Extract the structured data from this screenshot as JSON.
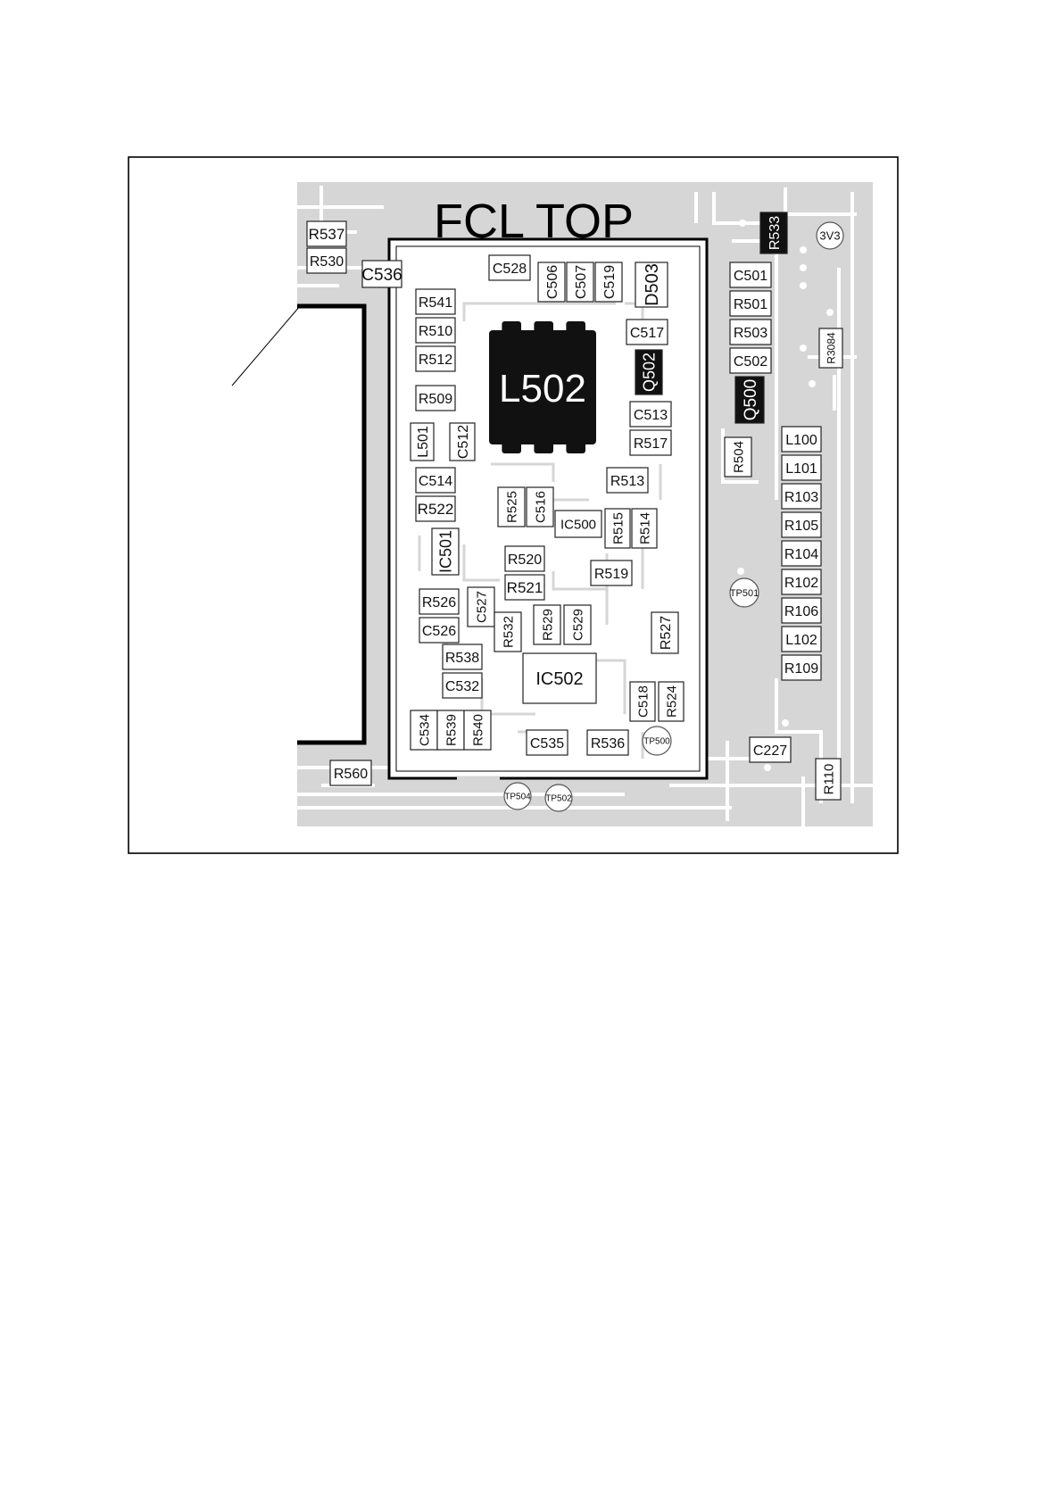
{
  "diagram": {
    "title": "FCL TOP",
    "components": [
      {
        "id": "r537",
        "label": "R537",
        "style": "box"
      },
      {
        "id": "r530",
        "label": "R530",
        "style": "box"
      },
      {
        "id": "c536",
        "label": "C536",
        "style": "box"
      },
      {
        "id": "c528",
        "label": "C528",
        "style": "box"
      },
      {
        "id": "c506",
        "label": "C506",
        "style": "box"
      },
      {
        "id": "c507",
        "label": "C507",
        "style": "box"
      },
      {
        "id": "c519",
        "label": "C519",
        "style": "box"
      },
      {
        "id": "d503",
        "label": "D503",
        "style": "box"
      },
      {
        "id": "r533",
        "label": "R533",
        "style": "filled"
      },
      {
        "id": "tp-3v3",
        "label": "3V3",
        "style": "circle"
      },
      {
        "id": "r541",
        "label": "R541",
        "style": "box"
      },
      {
        "id": "r510",
        "label": "R510",
        "style": "box"
      },
      {
        "id": "r512",
        "label": "R512",
        "style": "box"
      },
      {
        "id": "r509",
        "label": "R509",
        "style": "box"
      },
      {
        "id": "l502",
        "label": "L502",
        "style": "chip"
      },
      {
        "id": "c517",
        "label": "C517",
        "style": "box"
      },
      {
        "id": "q502",
        "label": "Q502",
        "style": "filled"
      },
      {
        "id": "c513",
        "label": "C513",
        "style": "box"
      },
      {
        "id": "r517",
        "label": "R517",
        "style": "box"
      },
      {
        "id": "c501",
        "label": "C501",
        "style": "box"
      },
      {
        "id": "r501",
        "label": "R501",
        "style": "box"
      },
      {
        "id": "r503",
        "label": "R503",
        "style": "box"
      },
      {
        "id": "c502",
        "label": "C502",
        "style": "box"
      },
      {
        "id": "q500",
        "label": "Q500",
        "style": "filled"
      },
      {
        "id": "r3084",
        "label": "R3084",
        "style": "box"
      },
      {
        "id": "l501",
        "label": "L501",
        "style": "box"
      },
      {
        "id": "c512",
        "label": "C512",
        "style": "box"
      },
      {
        "id": "c514",
        "label": "C514",
        "style": "box"
      },
      {
        "id": "r522",
        "label": "R522",
        "style": "box"
      },
      {
        "id": "r513",
        "label": "R513",
        "style": "box"
      },
      {
        "id": "r525",
        "label": "R525",
        "style": "box"
      },
      {
        "id": "c516",
        "label": "C516",
        "style": "box"
      },
      {
        "id": "ic500",
        "label": "IC500",
        "style": "box"
      },
      {
        "id": "r515",
        "label": "R515",
        "style": "box"
      },
      {
        "id": "r514",
        "label": "R514",
        "style": "box"
      },
      {
        "id": "r504",
        "label": "R504",
        "style": "box"
      },
      {
        "id": "l100",
        "label": "L100",
        "style": "box"
      },
      {
        "id": "l101",
        "label": "L101",
        "style": "box"
      },
      {
        "id": "r103",
        "label": "R103",
        "style": "box"
      },
      {
        "id": "r105",
        "label": "R105",
        "style": "box"
      },
      {
        "id": "r104",
        "label": "R104",
        "style": "box"
      },
      {
        "id": "r102",
        "label": "R102",
        "style": "box"
      },
      {
        "id": "r106",
        "label": "R106",
        "style": "box"
      },
      {
        "id": "l102",
        "label": "L102",
        "style": "box"
      },
      {
        "id": "r109",
        "label": "R109",
        "style": "box"
      },
      {
        "id": "ic501",
        "label": "IC501",
        "style": "box"
      },
      {
        "id": "r520",
        "label": "R520",
        "style": "box"
      },
      {
        "id": "r521",
        "label": "R521",
        "style": "box"
      },
      {
        "id": "r519",
        "label": "R519",
        "style": "box"
      },
      {
        "id": "tp501",
        "label": "TP501",
        "style": "circle"
      },
      {
        "id": "r526",
        "label": "R526",
        "style": "box"
      },
      {
        "id": "c527",
        "label": "C527",
        "style": "box"
      },
      {
        "id": "c526",
        "label": "C526",
        "style": "box"
      },
      {
        "id": "r532",
        "label": "R532",
        "style": "box"
      },
      {
        "id": "r529",
        "label": "R529",
        "style": "box"
      },
      {
        "id": "c529",
        "label": "C529",
        "style": "box"
      },
      {
        "id": "r527",
        "label": "R527",
        "style": "box"
      },
      {
        "id": "r538",
        "label": "R538",
        "style": "box"
      },
      {
        "id": "c532",
        "label": "C532",
        "style": "box"
      },
      {
        "id": "ic502",
        "label": "IC502",
        "style": "box"
      },
      {
        "id": "c518",
        "label": "C518",
        "style": "box"
      },
      {
        "id": "r524",
        "label": "R524",
        "style": "box"
      },
      {
        "id": "c534",
        "label": "C534",
        "style": "box"
      },
      {
        "id": "r539",
        "label": "R539",
        "style": "box"
      },
      {
        "id": "r540",
        "label": "R540",
        "style": "box"
      },
      {
        "id": "c535",
        "label": "C535",
        "style": "box"
      },
      {
        "id": "r536",
        "label": "R536",
        "style": "box"
      },
      {
        "id": "tp500",
        "label": "TP500",
        "style": "circle"
      },
      {
        "id": "c227",
        "label": "C227",
        "style": "box"
      },
      {
        "id": "r560",
        "label": "R560",
        "style": "box"
      },
      {
        "id": "tp504",
        "label": "TP504",
        "style": "circle"
      },
      {
        "id": "tp502",
        "label": "TP502",
        "style": "circle"
      },
      {
        "id": "r110",
        "label": "R110",
        "style": "box"
      }
    ]
  }
}
